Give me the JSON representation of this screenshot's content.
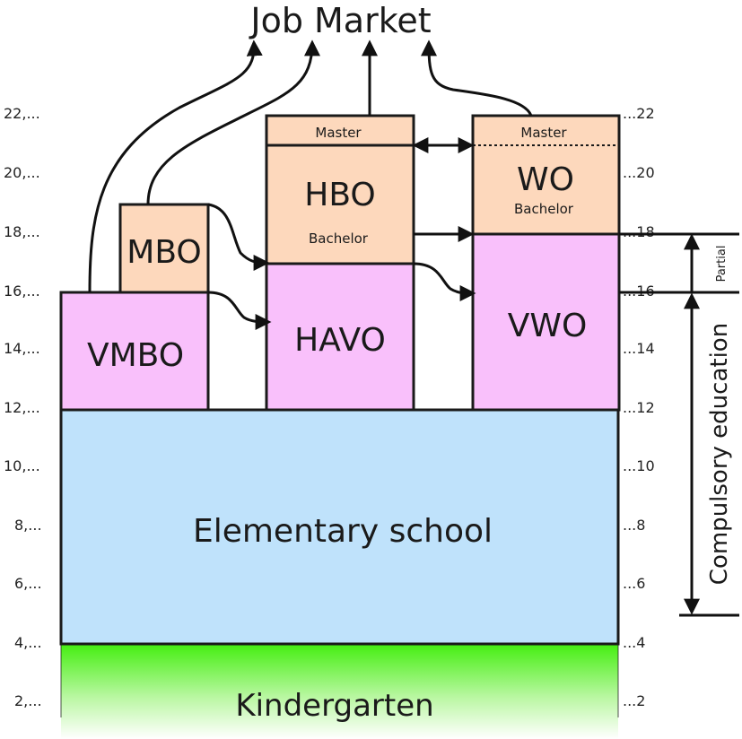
{
  "title": "Job Market",
  "age_ticks_left": [
    "22,...",
    "20,...",
    "18,...",
    "16,...",
    "14,...",
    "12,...",
    "10,...",
    "8,...",
    "6,...",
    "4,...",
    "2,..."
  ],
  "age_ticks_right": [
    "...22",
    "...20",
    "...18",
    "...16",
    "...14",
    "...12",
    "...10",
    "...8",
    "...6",
    "...4",
    "...2"
  ],
  "blocks": {
    "vmbo": "VMBO",
    "mbo": "MBO",
    "havo": "HAVO",
    "hbo": "HBO",
    "hbo_sub": "Bachelor",
    "hbo_master": "Master",
    "vwo": "VWO",
    "wo": "WO",
    "wo_sub": "Bachelor",
    "wo_master": "Master",
    "elementary": "Elementary school",
    "kindergarten": "Kindergarten"
  },
  "side": {
    "compulsory": "Compulsory education",
    "partial": "Partial"
  },
  "colors": {
    "pink": "#f9c0fb",
    "peach": "#fdd8bc",
    "blue": "#bfe2fb",
    "green": "#55ee22",
    "line": "#1a1a1a"
  }
}
